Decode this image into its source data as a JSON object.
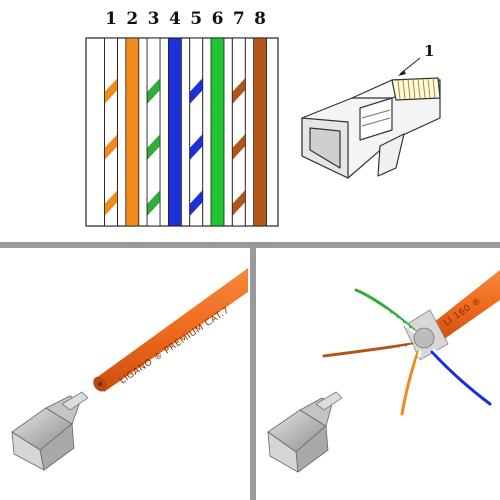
{
  "wiring": {
    "pin_numbers": [
      "1",
      "2",
      "3",
      "4",
      "5",
      "6",
      "7",
      "8"
    ],
    "wires": [
      {
        "pin": "1",
        "solid": "#ffffff",
        "stripe": "#f08a1c",
        "striped": true
      },
      {
        "pin": "2",
        "solid": "#f08a1c",
        "stripe": null,
        "striped": false
      },
      {
        "pin": "3",
        "solid": "#ffffff",
        "stripe": "#2fae3b",
        "striped": true
      },
      {
        "pin": "4",
        "solid": "#1c2fd8",
        "stripe": null,
        "striped": false
      },
      {
        "pin": "5",
        "solid": "#ffffff",
        "stripe": "#1c2fd8",
        "striped": true
      },
      {
        "pin": "6",
        "solid": "#1fc431",
        "stripe": null,
        "striped": false
      },
      {
        "pin": "7",
        "solid": "#ffffff",
        "stripe": "#b4551a",
        "striped": true
      },
      {
        "pin": "8",
        "solid": "#b4551a",
        "stripe": null,
        "striped": false
      }
    ]
  },
  "connector_diagram": {
    "pin_callout": "1"
  },
  "photos": {
    "cable_color": "#ee6a1e",
    "divider_color": "#9a9a9a",
    "cable_print_left": "LIGANO ® PREMIUM CAT.7",
    "cable_print_right": "LI 160 ®"
  }
}
